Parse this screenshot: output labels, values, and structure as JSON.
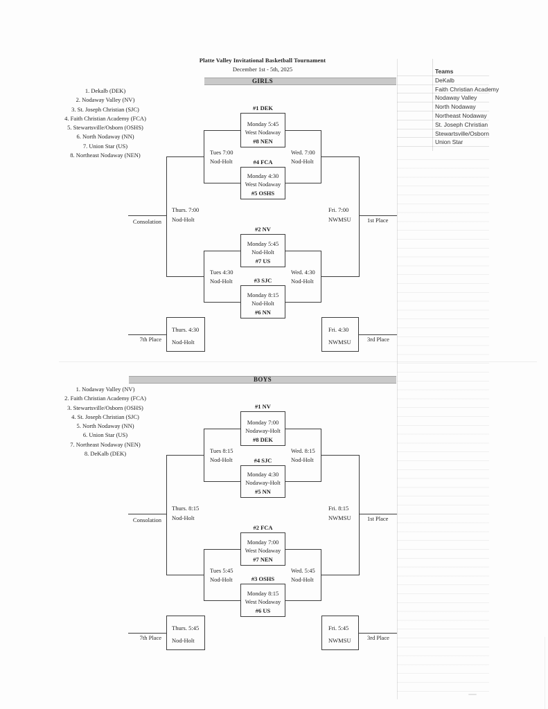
{
  "colors": {
    "ink": "#1f1f1f",
    "line": "#3c3c3c",
    "bar": "#c9c9c9"
  },
  "header": {
    "title": "Platte Valley Invitational Basketball Tournament",
    "dates": "December 1st - 5th, 2025"
  },
  "teams_panel": {
    "header": "Teams",
    "teams": [
      "DeKalb",
      "Faith Christian Academy",
      "Nodaway Valley",
      "North Nodaway",
      "Northeast Nodaway",
      "St. Joseph Christian",
      "Stewartsville/Osborn",
      "Union Star"
    ]
  },
  "girls": {
    "label": "GIRLS",
    "seeds": [
      "1. Dekalb (DEK)",
      "2. Nodaway Valley (NV)",
      "3. St. Joseph Christian (SJC)",
      "4. Faith Christian Academy (FCA)",
      "5. Stewartsville/Osborn (OSHS)",
      "6. North Nodaway (NN)",
      "7. Union Star (US)",
      "8. Northeast Nodaway (NEN)"
    ],
    "round1": [
      {
        "seed_top": "#1 DEK",
        "time": "Monday 5:45",
        "venue": "West Nodaway",
        "seed_bottom": "#8 NEN"
      },
      {
        "seed_top": "#4 FCA",
        "time": "Monday 4:30",
        "venue": "West Nodaway",
        "seed_bottom": "#5 OSHS"
      },
      {
        "seed_top": "#2 NV",
        "time": "Monday 5:45",
        "venue": "Nod-Holt",
        "seed_bottom": "#7 US"
      },
      {
        "seed_top": "#3 SJC",
        "time": "Monday 8:15",
        "venue": "Nod-Holt",
        "seed_bottom": "#6 NN"
      }
    ],
    "consolation_semis": [
      {
        "time": "Tues 7:00",
        "venue": "Nod-Holt"
      },
      {
        "time": "Tues 4:30",
        "venue": "Nod-Holt"
      }
    ],
    "championship_semis": [
      {
        "time": "Wed. 7:00",
        "venue": "Nod-Holt"
      },
      {
        "time": "Wed. 4:30",
        "venue": "Nod-Holt"
      }
    ],
    "finals": {
      "consolation": {
        "time": "Thurs. 7:00",
        "venue": "Nod-Holt",
        "place": "Consolation"
      },
      "first": {
        "time": "Fri. 7:00",
        "venue": "NWMSU",
        "place": "1st Place"
      },
      "seventh": {
        "time": "Thurs. 4:30",
        "venue": "Nod-Holt",
        "place": "7th Place"
      },
      "third": {
        "time": "Fri. 4:30",
        "venue": "NWMSU",
        "place": "3rd Place"
      }
    }
  },
  "boys": {
    "label": "BOYS",
    "seeds": [
      "1. Nodaway Valley (NV)",
      "2. Faith Christian Academy (FCA)",
      "3. Stewartsville/Osborn (OSHS)",
      "4. St. Joseph Christian (SJC)",
      "5. North Nodaway (NN)",
      "6. Union Star (US)",
      "7. Northeast Nodaway (NEN)",
      "8. DeKalb (DEK)"
    ],
    "round1": [
      {
        "seed_top": "#1 NV",
        "time": "Monday 7:00",
        "venue": "Nodaway-Holt",
        "seed_bottom": "#8 DEK"
      },
      {
        "seed_top": "#4 SJC",
        "time": "Monday 4:30",
        "venue": "Nodaway-Holt",
        "seed_bottom": "#5 NN"
      },
      {
        "seed_top": "#2 FCA",
        "time": "Monday 7:00",
        "venue": "West Nodaway",
        "seed_bottom": "#7 NEN"
      },
      {
        "seed_top": "#3 OSHS",
        "time": "Monday 8:15",
        "venue": "West Nodaway",
        "seed_bottom": "#6 US"
      }
    ],
    "consolation_semis": [
      {
        "time": "Tues 8:15",
        "venue": "Nod-Holt"
      },
      {
        "time": "Tues 5:45",
        "venue": "Nod-Holt"
      }
    ],
    "championship_semis": [
      {
        "time": "Wed. 8:15",
        "venue": "Nod-Holt"
      },
      {
        "time": "Wed. 5:45",
        "venue": "Nod-Holt"
      }
    ],
    "finals": {
      "consolation": {
        "time": "Thurs. 8:15",
        "venue": "Nod-Holt",
        "place": "Consolation"
      },
      "first": {
        "time": "Fri. 8:15",
        "venue": "NWMSU",
        "place": "1st Place"
      },
      "seventh": {
        "time": "Thurs. 5:45",
        "venue": "Nod-Holt",
        "place": "7th Place"
      },
      "third": {
        "time": "Fri. 5:45",
        "venue": "NWMSU",
        "place": "3rd Place"
      }
    }
  }
}
